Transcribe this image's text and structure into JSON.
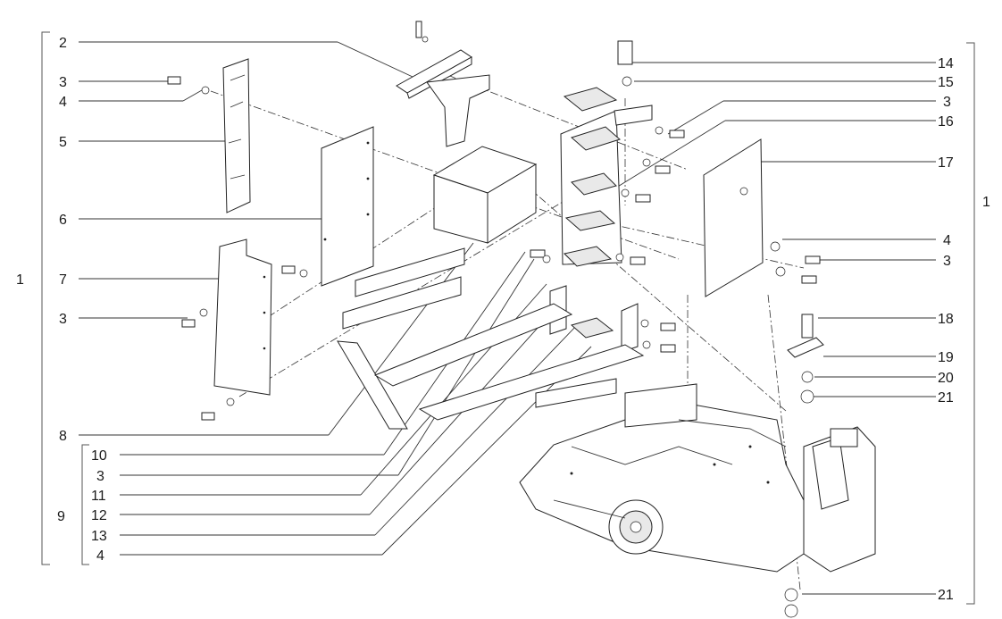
{
  "callouts": {
    "c2": "2",
    "c3a": "3",
    "c4a": "4",
    "c5": "5",
    "c6": "6",
    "c7": "7",
    "c3b": "3",
    "c8": "8",
    "c10": "10",
    "c3c": "3",
    "c11": "11",
    "c12": "12",
    "c13": "13",
    "c4b": "4",
    "c9": "9",
    "c1left": "1",
    "c14": "14",
    "c15": "15",
    "c3d": "3",
    "c16": "16",
    "c17": "17",
    "c4c": "4",
    "c3e": "3",
    "c18": "18",
    "c19": "19",
    "c20": "20",
    "c21a": "21",
    "c21b": "21",
    "c1right": "1"
  }
}
